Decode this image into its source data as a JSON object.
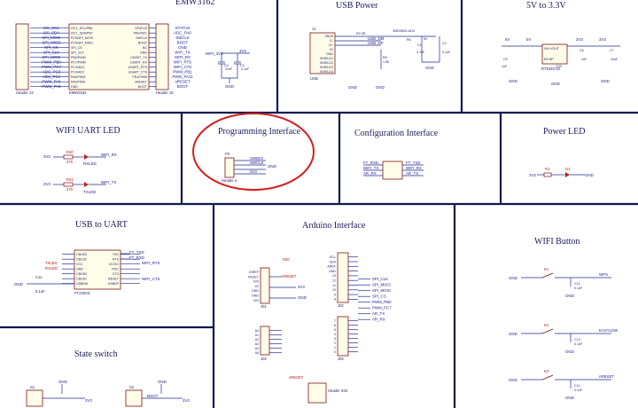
{
  "sections": {
    "emw": {
      "title": "EMW3162",
      "header_left": "Header 13",
      "chip_name": "EMW3162",
      "header_right": "Header 15"
    },
    "usb_power": {
      "title": "USB Power",
      "connector": "USB"
    },
    "regulator": {
      "title": "5V to 3.3V",
      "chip": "RT9193-33",
      "pins_in": "VIN  VOUT",
      "pins_en": "EN    BP"
    },
    "wifi_uart_led": {
      "title": "WIFI UART LED",
      "rx_label": "RXLED",
      "tx_label": "TXLED",
      "r1": "R40",
      "r2": "R41",
      "v1": "270",
      "v2": "270",
      "net_rx": "WIFI_RX",
      "net_tx": "WIFI_TX",
      "vcc": "3V3"
    },
    "programming": {
      "title": "Programming Interface",
      "header": "Header 4",
      "nets": [
        "SWDIO",
        "SWCLK",
        "GND",
        "3V3"
      ],
      "ref": "P3"
    },
    "configuration": {
      "title": "Configuration Interface",
      "nets": [
        "FT_RXD",
        "FT_TXD",
        "WIFI_TX",
        "WIFI_RX",
        "AR_RX",
        "AR_TX"
      ]
    },
    "power_led": {
      "title": "Power LED",
      "ref": "R1",
      "vcc": "3V3",
      "gnd": "GND",
      "led": "D1"
    },
    "usb_uart": {
      "title": "USB to UART",
      "chip": "FT230XS",
      "nets_left": [
        "TXLED",
        "RXLED"
      ],
      "nets_right": [
        "FT_TXD",
        "FT_RXD",
        "WIFI_RTS",
        "WIFI_CTS"
      ],
      "gnd": "GND",
      "cap": "C11",
      "cap_v": "0.1uF"
    },
    "arduino": {
      "title": "Arduino Interface",
      "j1": "J01",
      "j2": "J02",
      "j3": "J03",
      "j4": "J04",
      "nets_right": [
        "SPI_CLK",
        "SPI_MISO",
        "SPI_MOSI",
        "SPI_CS",
        "PWM_PB0",
        "PWM_PC7",
        "AR_TX",
        "AR_RX"
      ],
      "nreset": "nRESET",
      "vcc": "3V3",
      "gnd": "GND",
      "r": "R20",
      "header": "Header 3X2"
    },
    "wifi_button": {
      "title": "WIFI Button",
      "nets": [
        "WPS",
        "EASYLINK",
        "nRESET"
      ],
      "gnd": "GND",
      "refs": [
        "K1",
        "K2",
        "K3"
      ],
      "caps": [
        "C12",
        "C13",
        "C14"
      ],
      "cap_v": "0.1uF"
    },
    "state_switch": {
      "title": "State switch",
      "nets": [
        "BOOT",
        "GND",
        "3V3"
      ],
      "refs": [
        "S1",
        "S2"
      ]
    }
  },
  "pins": {
    "emw_left": [
      "I2C_SCL",
      "I2C_SDA",
      "SPI_MOSI",
      "SPI_MISO",
      "SPI_CS",
      "SPI_CLK",
      "SPI_MOSI",
      "PWM_PB0",
      "PWM_PC7",
      "ADC_PC3",
      "ADC_PC4",
      "PWM_PA6",
      "PWM_PA5"
    ],
    "emw_right": [
      "STATUS",
      "ADC_PA0",
      "SWCLK",
      "BOOT",
      "GND",
      "WIFI_TX",
      "WIFI_RX",
      "WIFI_RTS",
      "WIFI_CTS",
      "PWM_PB1",
      "PWM_PA11",
      "nRESET",
      "BOOT"
    ],
    "emw_chip_left": [
      "I2C1_SCL/PB6",
      "I2C1_SDA/PB7",
      "PC5/SPI_MOSI",
      "PC6/SPI_MISO",
      "SPI_CS",
      "SPI_CLK",
      "PB0/PWM",
      "PC7/PWM",
      "PC3/ADC",
      "PC4/ADC",
      "PA6/PWM",
      "PA5/PWM",
      "GND"
    ],
    "emw_chip_right": [
      "STATUS",
      "PA0/ADC",
      "SWCLK",
      "BOOT",
      "NC",
      "GND",
      "USART_TX",
      "USART_RX",
      "USART_RTS",
      "USART_CTS",
      "PB1/PWM",
      "nRESET",
      "BOOT"
    ],
    "usb_pins": [
      "VBUS",
      "D-",
      "D+",
      "ID",
      "GND",
      "SHIELD1",
      "SHIELD2",
      "SHIELD3",
      "SHIELD4"
    ],
    "ft_left": [
      "CBUS3",
      "CBUS2",
      "VCC",
      "GND",
      "CBUS0",
      "CBUS1",
      "USBDM"
    ],
    "ft_right": [
      "TXD",
      "RTS",
      "VCCIO",
      "RXD",
      "CTS",
      "RESET",
      "USBDP"
    ],
    "ard_left": [
      "IOREF",
      "RESET",
      "3V3",
      "5V",
      "GND",
      "GND",
      "VIN"
    ],
    "ard_right": [
      "SCL",
      "SDA",
      "AREF",
      "GND",
      "13",
      "12",
      "11",
      "10",
      "9",
      "8"
    ],
    "ard_analog": [
      "A0",
      "A1",
      "A2",
      "A3",
      "A4",
      "A5"
    ],
    "ard_digital": [
      "7",
      "6",
      "5",
      "4",
      "3",
      "2",
      "1",
      "0"
    ]
  },
  "annotation": {
    "target": "Programming Interface",
    "color": "#d42020"
  }
}
